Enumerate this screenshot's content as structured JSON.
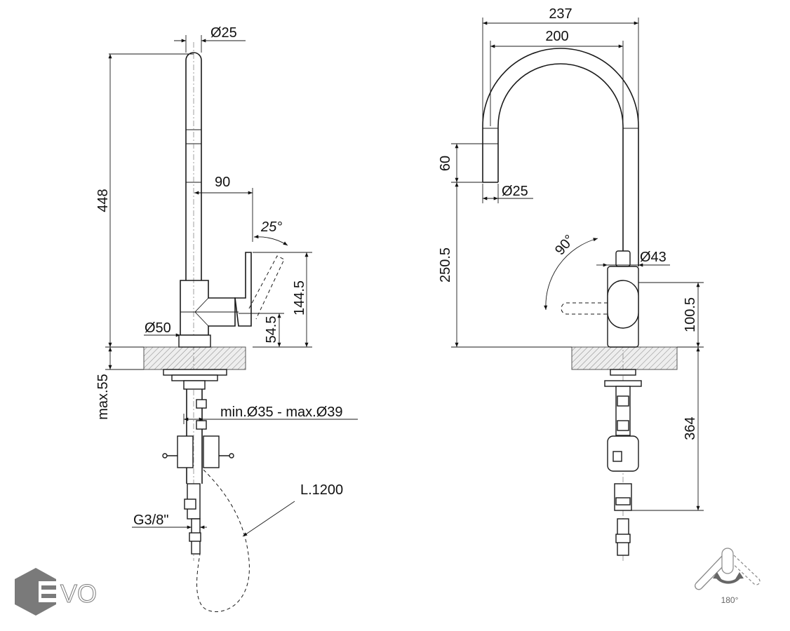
{
  "left_view": {
    "spout_diameter": "Ø25",
    "total_height": "448",
    "handle_offset": "90",
    "handle_angle": "25°",
    "handle_height": "144.5",
    "body_height": "54.5",
    "base_diameter": "Ø50",
    "max_counter_thickness": "max.55",
    "hole_diameter": "min.Ø35 - max.Ø39",
    "hose_length": "L.1200",
    "thread": "G3/8\""
  },
  "right_view": {
    "reach_outer": "237",
    "reach_inner": "200",
    "pullout_length": "60",
    "spray_diameter": "Ø25",
    "spout_height": "250.5",
    "handle_rotation": "90°",
    "body_diameter": "Ø43",
    "handle_height": "100.5",
    "under_counter": "364"
  },
  "rotation_icon": {
    "label": "180°"
  },
  "logo": {
    "text": "EVO",
    "color": "#7a7a7a"
  }
}
